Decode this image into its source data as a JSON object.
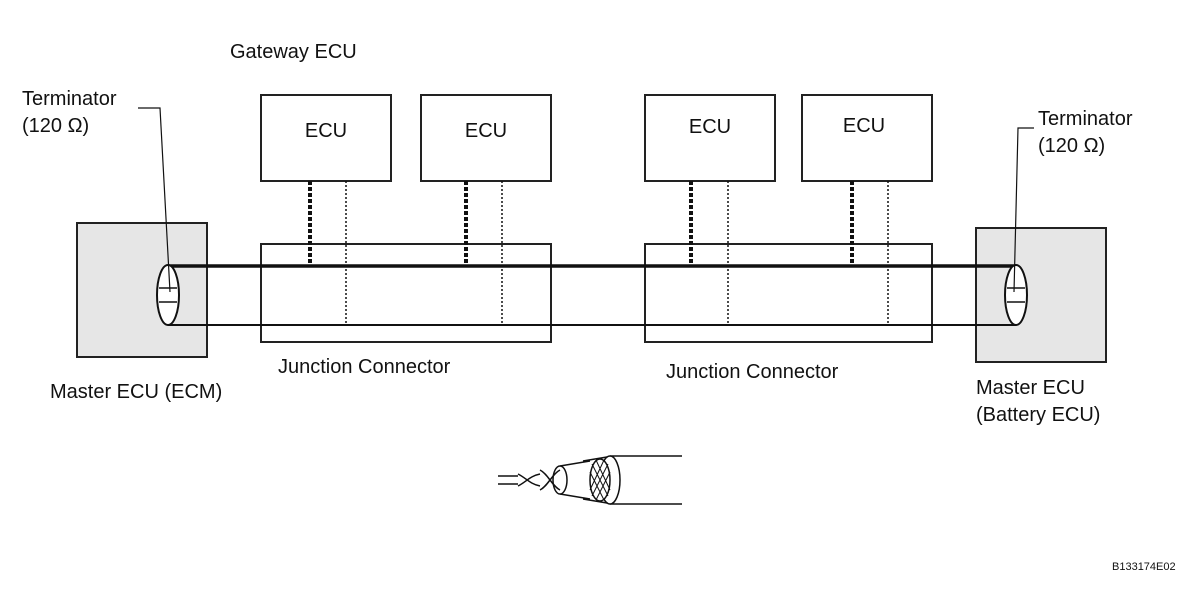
{
  "labels": {
    "gateway": "Gateway ECU",
    "ecu1": "ECU",
    "ecu2": "ECU",
    "ecu3": "ECU",
    "ecu4": "ECU",
    "terminator_left_l1": "Terminator",
    "terminator_left_l2": "(120 Ω)",
    "terminator_right_l1": "Terminator",
    "terminator_right_l2": "(120 Ω)",
    "master_left": "Master ECU (ECM)",
    "master_right_l1": "Master ECU",
    "master_right_l2": "(Battery ECU)",
    "junction_left": "Junction Connector",
    "junction_right": "Junction Connector",
    "figure_code": "B133174E02"
  },
  "icons": {
    "cable_detail": "twisted-pair-shielded-cable-icon"
  },
  "colors": {
    "line": "#111111",
    "master_fill": "#e6e6e6"
  }
}
